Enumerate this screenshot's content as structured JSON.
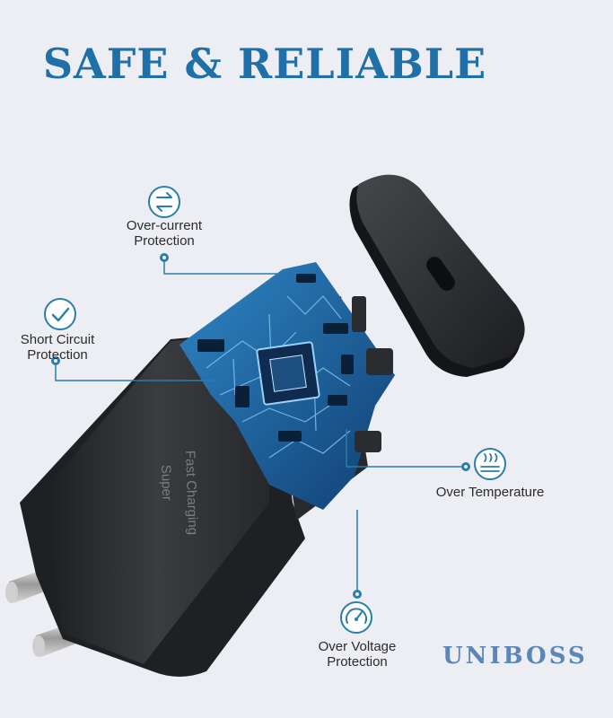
{
  "headline": "SAFE & RELIABLE",
  "device": {
    "print_line1": "Super",
    "print_line2": "Fast Charging"
  },
  "features": [
    {
      "icon": "arrows-exchange-icon",
      "line1": "Over-current",
      "line2": "Protection"
    },
    {
      "icon": "checkmark-icon",
      "line1": "Short Circuit",
      "line2": "Protection"
    },
    {
      "icon": "heat-waves-icon",
      "line1": "Over Temperature",
      "line2": ""
    },
    {
      "icon": "gauge-icon",
      "line1": "Over Voltage",
      "line2": "Protection"
    }
  ],
  "brand": "UNIBOSS",
  "colors": {
    "headline": "#1f6fa8",
    "accent": "#2a7eaa",
    "pcb": "#1d6aa8",
    "housing": "#2c2e31",
    "brand": "#5b87b8"
  }
}
